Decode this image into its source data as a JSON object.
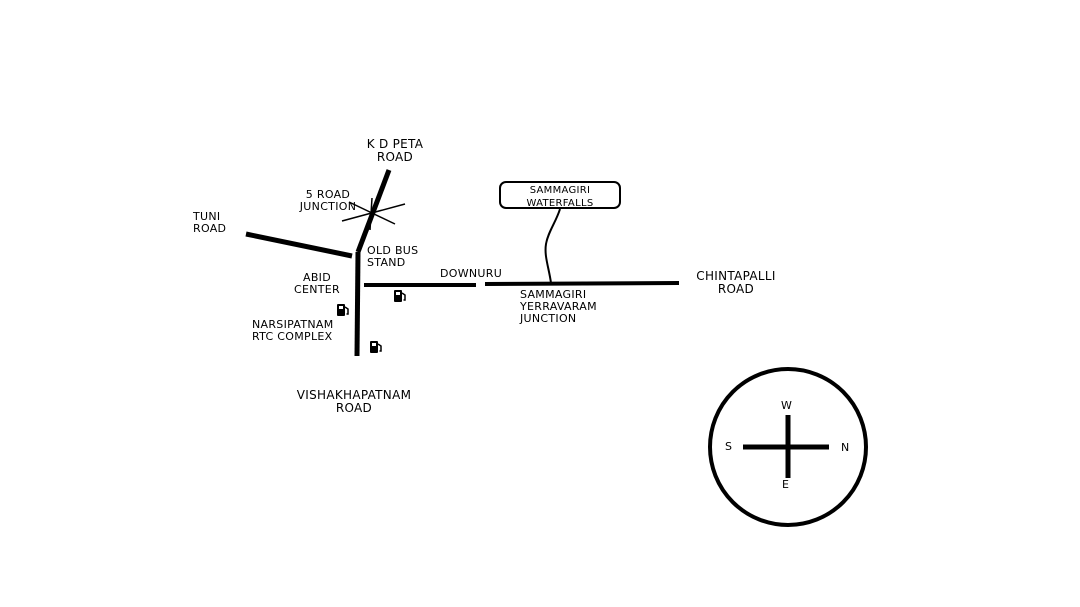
{
  "labels": {
    "kd_peta_road": [
      "K D PETA",
      "ROAD"
    ],
    "five_road_junction": [
      "5 ROAD",
      "JUNCTION"
    ],
    "tuni_road": [
      "TUNI",
      "ROAD"
    ],
    "old_bus_stand": [
      "OLD BUS",
      "STAND"
    ],
    "abid_center": [
      "ABID",
      "CENTER"
    ],
    "downuru": "DOWNURU",
    "sammagiri_waterfalls": [
      "SAMMAGIRI",
      "WATERFALLS"
    ],
    "sammagiri_yerravaram_junction": [
      "SAMMAGIRI",
      "YERRAVARAM",
      "JUNCTION"
    ],
    "chintapalli_road": [
      "CHINTAPALLI",
      "ROAD"
    ],
    "narsipatnam_rtc_complex": [
      "NARSIPATNAM",
      "RTC COMPLEX"
    ],
    "vishakhapatnam_road": [
      "VISHAKHAPATNAM",
      "ROAD"
    ]
  },
  "icons": {
    "fuel_station_1": "fuel-pump-icon",
    "fuel_station_2": "fuel-pump-icon"
  },
  "compass": {
    "top": "W",
    "bottom": "E",
    "left": "S",
    "right": "N"
  },
  "colors": {
    "ink": "#000000",
    "background": "#ffffff"
  }
}
